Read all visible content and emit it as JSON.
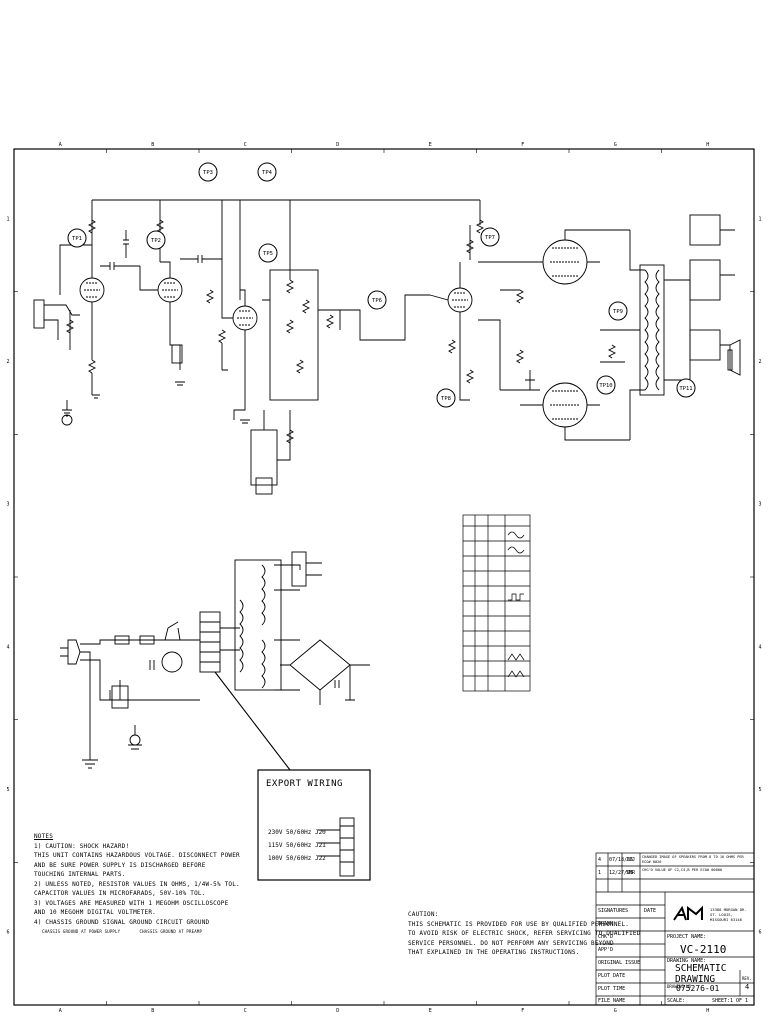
{
  "notes": {
    "heading": "NOTES",
    "lines": [
      "1) CAUTION:  SHOCK HAZARD!",
      "   THIS UNIT CONTAINS HAZARDOUS VOLTAGE.  DISCONNECT POWER",
      "   AND BE SURE POWER SUPPLY IS DISCHARGED BEFORE",
      "   TOUCHING INTERNAL PARTS.",
      "2) UNLESS NOTED, RESISTOR VALUES IN OHMS, 1/4W-5% TOL.",
      "   CAPACITOR VALUES IN MICROFARADS, 50V-10% TOL.",
      "3) VOLTAGES ARE MEASURED WITH 1 MEGOHM OSCILLOSCOPE",
      "   AND 10 MEGOHM DIGITAL VOLTMETER.",
      "4) CHASSIS GROUND     SIGNAL GROUND     CIRCUIT GROUND"
    ],
    "sub_left": "CHASSIS GROUND AT POWER SUPPLY",
    "sub_right": "CHASSIS GROUND AT PREAMP"
  },
  "caution": {
    "lines": [
      "CAUTION:",
      "THIS SCHEMATIC IS PROVIDED FOR USE BY QUALIFIED PERSONNEL.",
      "TO AVOID RISK OF ELECTRIC SHOCK, REFER SERVICING TO QUALIFIED",
      "SERVICE PERSONNEL.  DO NOT PERFORM ANY SERVICING BEYOND",
      "THAT EXPLAINED IN THE OPERATING INSTRUCTIONS."
    ]
  },
  "export_wiring": {
    "title": "EXPORT WIRING",
    "lines": [
      "230V 50/60Hz  J20",
      "115V 50/60Hz  J21",
      "100V 50/60Hz  J22"
    ]
  },
  "test_points": [
    "TP1",
    "TP2",
    "TP3",
    "TP4",
    "TP5",
    "TP6",
    "TP7",
    "TP8",
    "TP9",
    "TP10",
    "TP11"
  ],
  "grid": {
    "columns": [
      "A",
      "B",
      "C",
      "D",
      "E",
      "F",
      "G",
      "H"
    ],
    "rows": [
      "1",
      "2",
      "3",
      "4",
      "5",
      "6"
    ]
  },
  "title_block": {
    "company_address": "13380 MORGAN DR. ST. LOUIS, MISSOURI 63146",
    "rev_rows": [
      {
        "rev": "4",
        "date": "07/18/06",
        "by": "JJJ",
        "desc": "CHANGED IMAGE OF SPEAKERS FROM 8 TO 16 OHMS PER ECO# 0020"
      },
      {
        "rev": "1",
        "date": "12/27/05",
        "by": "SNR",
        "desc": "CHG'D VALUE OF C2,C4,B PER ECO# 00000"
      }
    ],
    "labels": [
      "SIGNATURES",
      "DATE",
      "DRAWN",
      "CHK'D",
      "APP'D",
      "ORIGINAL ISSUE",
      "PLOT DATE",
      "PLOT TIME",
      "FILE NAME",
      "PROJECT NAME:",
      "DRAWING NAME:",
      "DRAWING NO.",
      "REV.",
      "SCALE:",
      "SHEET:"
    ],
    "project_name": "VC-2110",
    "drawing_name": "SCHEMATIC DRAWING",
    "drawing_no": "075276-01",
    "rev": "4",
    "sheet": "1 OF 1"
  }
}
